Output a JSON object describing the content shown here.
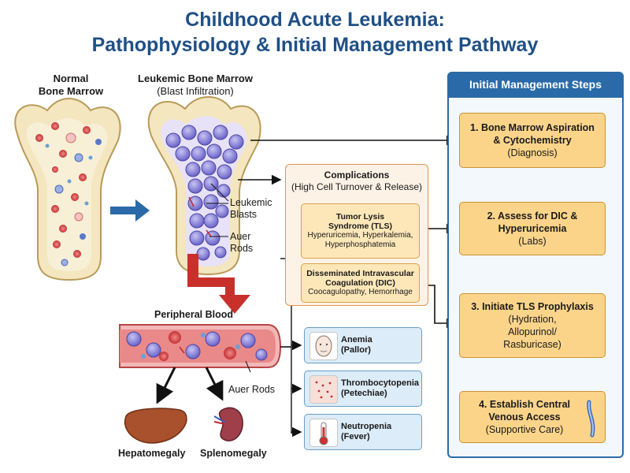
{
  "title_line1": "Childhood Acute Leukemia:",
  "title_line2": "Pathophysiology & Initial Management Pathway",
  "normal_marrow": {
    "line1": "Normal",
    "line2": "Bone Marrow"
  },
  "leukemic_marrow": {
    "line1": "Leukemic Bone Marrow",
    "line2": "(Blast Infiltration)"
  },
  "marrow_labels": {
    "blasts_1": "Leukemic",
    "blasts_2": "Blasts",
    "auer_1": "Auer",
    "auer_2": "Rods"
  },
  "peripheral_blood": "Peripheral Blood",
  "blood_auer_rods": "Auer Rods",
  "hepatomegaly": "Hepatomegaly",
  "splenomegaly": "Splenomegaly",
  "complications": {
    "title": "Complications",
    "subtitle": "(High Cell Turnover & Release)",
    "tls": {
      "title_1": "Tumor Lysis",
      "title_2": "Syndrome (TLS)",
      "detail_1": "Hyperuricemia, Hyperkalemia,",
      "detail_2": "Hyperphosphatemia"
    },
    "dic": {
      "title_1": "Disseminated Intravascular",
      "title_2": "Coagulation (DIC)",
      "detail": "Coocagulopathy, Hemorrhage"
    }
  },
  "symptoms": [
    {
      "line1": "Anemia",
      "line2": "(Pallor)"
    },
    {
      "line1": "Thrombocytopenia",
      "line2": "(Petechiae)"
    },
    {
      "line1": "Neutropenia",
      "line2": "(Fever)"
    }
  ],
  "management": {
    "header": "Initial Management Steps",
    "steps": [
      {
        "line1": "1. Bone Marrow Aspiration",
        "line2": "& Cytochemistry",
        "line3": "(Diagnosis)"
      },
      {
        "line1": "2. Assess for DIC &",
        "line2": "Hyperuricemia",
        "line3": "(Labs)"
      },
      {
        "line1": "3. Initiate TLS Prophylaxis",
        "line2": "(Hydration,",
        "line3": "Allopurinol/",
        "line4": "Rasburicase)"
      },
      {
        "line1": "4. Establish Central",
        "line2": "Venous Access",
        "line3": "(Supportive Care)"
      }
    ]
  },
  "colors": {
    "title": "#1f4f86",
    "panel": "#2a6aa8",
    "step_fill": "#fbd48a",
    "comp_border": "#e3924a",
    "red_arrow": "#c8302c"
  }
}
